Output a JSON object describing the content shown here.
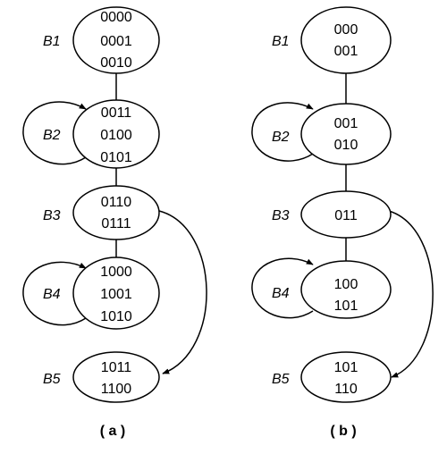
{
  "diagrams": [
    {
      "caption": "( a )",
      "blocks": [
        {
          "label": "B1",
          "states": [
            "0000",
            "0001",
            "0010"
          ]
        },
        {
          "label": "B2",
          "states": [
            "0011",
            "0100",
            "0101"
          ]
        },
        {
          "label": "B3",
          "states": [
            "0110",
            "0111"
          ]
        },
        {
          "label": "B4",
          "states": [
            "1000",
            "1001",
            "1010"
          ]
        },
        {
          "label": "B5",
          "states": [
            "1011",
            "1100"
          ]
        }
      ]
    },
    {
      "caption": "( b )",
      "blocks": [
        {
          "label": "B1",
          "states": [
            "000",
            "001"
          ]
        },
        {
          "label": "B2",
          "states": [
            "001",
            "010"
          ]
        },
        {
          "label": "B3",
          "states": [
            "011"
          ]
        },
        {
          "label": "B4",
          "states": [
            "100",
            "101"
          ]
        },
        {
          "label": "B5",
          "states": [
            "101",
            "110"
          ]
        }
      ]
    }
  ]
}
